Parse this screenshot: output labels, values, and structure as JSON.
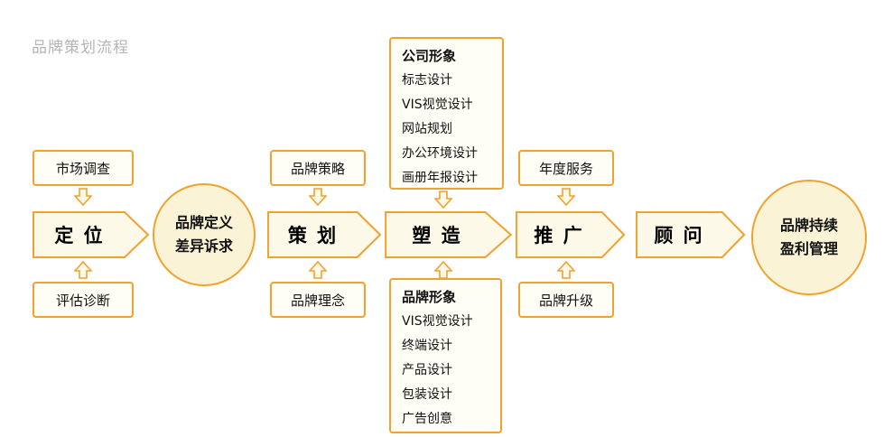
{
  "title": "品牌策划流程",
  "colors": {
    "accent": "#F2A12E",
    "arrow_fill": "#FDF9E8",
    "circle_fill": "#FAF3D6",
    "box_fill": "#FFFEF6"
  },
  "stages": {
    "positioning": "定 位",
    "planning": "策 划",
    "shaping": "塑 造",
    "promotion": "推 广",
    "consultant": "顾 问"
  },
  "circles": {
    "brand_definition": {
      "line1": "品牌定义",
      "line2": "差异诉求"
    },
    "profit_management": {
      "line1": "品牌持续",
      "line2": "盈利管理"
    }
  },
  "boxes": {
    "market_research": "市场调查",
    "evaluation_diagnosis": "评估诊断",
    "brand_strategy": "品牌策略",
    "brand_philosophy": "品牌理念",
    "annual_service": "年度服务",
    "brand_upgrade": "品牌升级",
    "company_image": {
      "title": "公司形象",
      "items": [
        "标志设计",
        "VIS视觉设计",
        "网站规划",
        "办公环境设计",
        "画册年报设计"
      ]
    },
    "brand_image": {
      "title": "品牌形象",
      "items": [
        "VIS视觉设计",
        "终端设计",
        "产品设计",
        "包装设计",
        "广告创意"
      ]
    }
  }
}
